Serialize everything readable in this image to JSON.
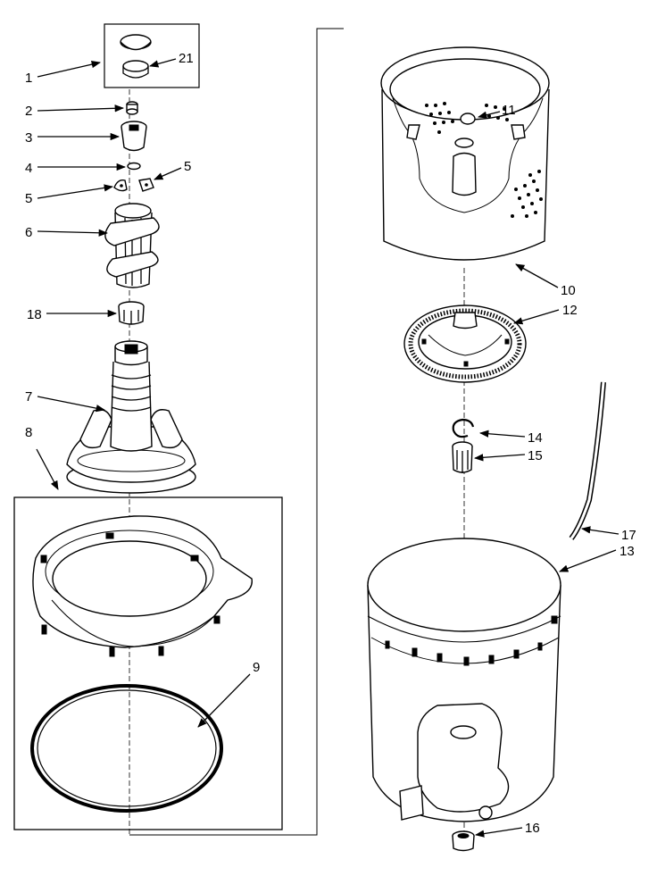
{
  "labels": {
    "l1": "1",
    "l2": "2",
    "l3": "3",
    "l4": "4",
    "l5a": "5",
    "l5b": "5",
    "l6": "6",
    "l7": "7",
    "l8": "8",
    "l9": "9",
    "l10": "10",
    "l11": "11",
    "l12": "12",
    "l13": "13",
    "l14": "14",
    "l15": "15",
    "l16": "16",
    "l17": "17",
    "l18": "18",
    "l21": "21"
  }
}
